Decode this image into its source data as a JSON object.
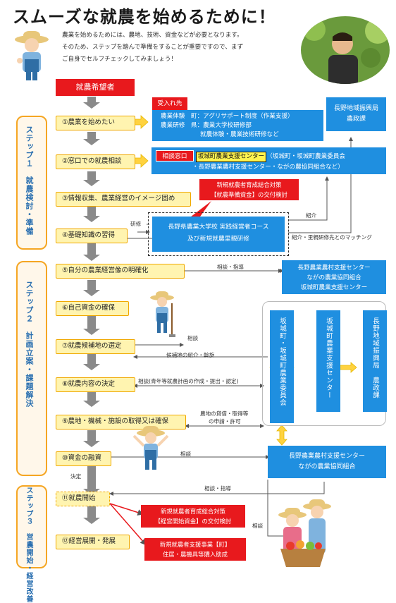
{
  "title": "スムーズな就農を始めるために！",
  "intro": [
    "農業を始めるためには、農地、技術、資金などが必要となります。",
    "そのため、ステップを踏んで準備をすることが重要ですので、まず",
    "ご自身でセルフチェックしてみましょう！"
  ],
  "start": "就農希望者",
  "stages": {
    "step1": "ステップ１　就農検討・準備",
    "step2": "ステップ２　計画立案・課題解決",
    "step3": "ステップ３　営農開始・経営改善"
  },
  "steps": [
    "①農業を始めたい",
    "②窓口での就農相談",
    "③情報収集、農業経営のイメージ固め",
    "④基礎知識の習得",
    "⑤自分の農業経営像の明確化",
    "⑥自己資金の確保",
    "⑦就農候補地の選定",
    "⑧就農内容の決定",
    "⑨農地・機械・施設の取得又は確保",
    "⑩資金の融資",
    "⑪就農開始",
    "⑫経営展開・発展"
  ],
  "ukeire": {
    "label": "受入れ先",
    "lines": [
      "農業体験　町：アグリサポート制度（作業支援）",
      "農業研修　県：農業大学校研修部",
      "就農体験・農業技術研修など"
    ]
  },
  "nagano_shinko": [
    "長野地域振興局",
    "農政課"
  ],
  "soudan": {
    "label": "相談窓口",
    "center": "坂城町農業支援センター",
    "line1_rest": "（坂城町・坂城町農業委員会",
    "line2": "・長野農業農村支援センター・ながの農協同組合など）"
  },
  "junbi_grant": [
    "新規就農者育成総合対策",
    "【就農準備資金】の交付検討"
  ],
  "college": [
    "長野県農業大学校 実践経営者コース",
    "及び新規就農里親研修"
  ],
  "kenshu": "研修",
  "shokai": "紹介",
  "matching": "紹介・里親研修先とのマッチング",
  "right_box1": [
    "長野農業農村支援センター",
    "ながの農業協同組合",
    "坂城町農業支援センター"
  ],
  "col1": "坂城町・坂城町農業委員会",
  "col2": "坂城町農業支援センター",
  "col3": "長野地域振興局　農政課",
  "right_box2": [
    "長野農業農村支援センター",
    "ながの農業協同組合"
  ],
  "notes": {
    "soudan_shido": "相談・指導",
    "soudan": "相談",
    "kouho_shokai": "候補地の紹介・斡旋",
    "soudan_keikaku": "相談(青年等就農計画の作成・提出・認定)",
    "nouchi_1": "農地の貸借・取得等",
    "nouchi_2": "の申請・許可",
    "soudan2": "相談",
    "kettei": "決定",
    "soudan_shido2": "相談・指導",
    "soudan3": "相談"
  },
  "kaishi_grant": [
    "新規就農者育成総合対策",
    "【経営開始資金】の交付検討"
  ],
  "town_grant": [
    "新規就農者支援事業【町】",
    "住居・農機具等購入助成"
  ],
  "colors": {
    "accent_orange": "#f5a623",
    "step_fill": "#fff4b0",
    "red": "#e8191d",
    "blue": "#1f8fe0",
    "green_arrow": "#8cc63f",
    "yellow_arrow": "#ffd23f"
  }
}
